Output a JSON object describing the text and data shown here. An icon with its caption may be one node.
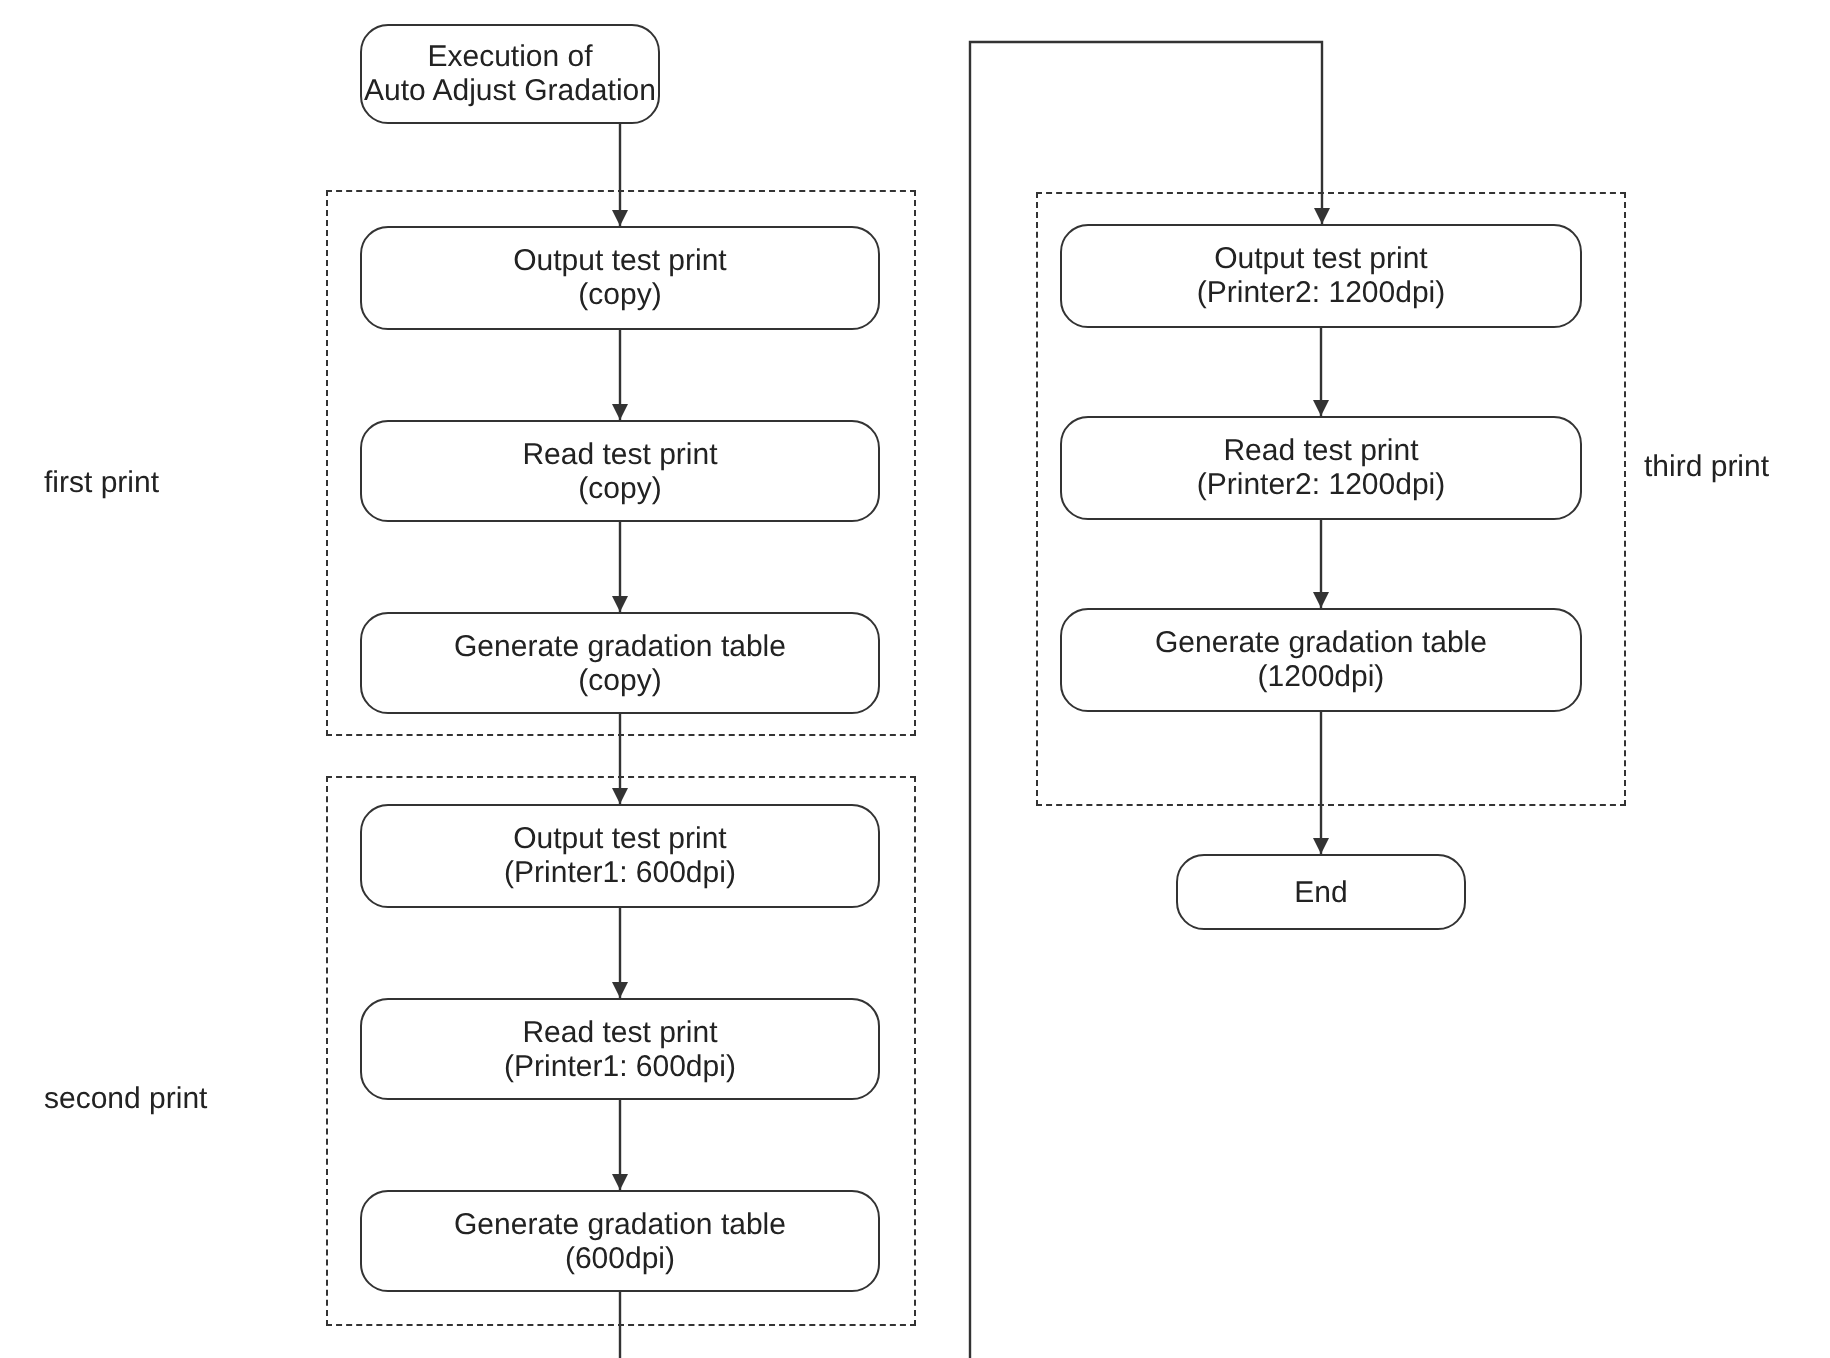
{
  "diagram": {
    "nodes": [
      {
        "text": [
          "Execution of",
          "Auto Adjust Gradation"
        ]
      },
      {
        "text": [],
        "shape": "box"
      },
      {
        "text": [
          "Output test print",
          "(copy)"
        ],
        "in": 1
      },
      {
        "text": [
          "Read test print",
          "(copy)"
        ],
        "in": 1
      },
      {
        "text": [
          "Generate gradation table",
          "(copy)"
        ],
        "in": 1
      },
      {
        "text": [],
        "shape": "box"
      },
      {
        "text": [
          "Output test print",
          "(Printer1: 600dpi)"
        ],
        "in": 5
      },
      {
        "text": [
          "Read test print",
          "(Printer1: 600dpi)"
        ],
        "in": 5
      },
      {
        "text": [
          "Generate gradation table",
          "(600dpi)"
        ],
        "in": 5
      },
      {
        "text": [],
        "shape": "box"
      },
      {
        "text": [
          "Output test print",
          "(Printer2: 1200dpi)"
        ],
        "in": 9
      },
      {
        "text": [
          "Read test print",
          "(Printer2: 1200dpi)"
        ],
        "in": 9
      },
      {
        "text": [
          "Generate gradation table",
          "(1200dpi)"
        ],
        "in": 9
      },
      {
        "text": [
          "End"
        ]
      }
    ],
    "edges": [
      {
        "from": 0,
        "to": 2,
        "arrow": "to"
      },
      {
        "from": 2,
        "to": 3,
        "arrow": "to"
      },
      {
        "from": 3,
        "to": 4,
        "arrow": "to"
      },
      {
        "from": 4,
        "to": 6,
        "arrow": "to"
      },
      {
        "from": 6,
        "to": 7,
        "arrow": "to"
      },
      {
        "from": 7,
        "to": 8,
        "arrow": "to"
      },
      {
        "from": 8,
        "to": null,
        "arrow": "none"
      },
      {
        "from": null,
        "to": 10,
        "arrow": "to"
      },
      {
        "from": 10,
        "to": 11,
        "arrow": "to"
      },
      {
        "from": 11,
        "to": 12,
        "arrow": "to"
      },
      {
        "from": 12,
        "to": 13,
        "arrow": "to"
      }
    ],
    "labels": [
      "first print",
      "third print",
      "second print"
    ]
  }
}
